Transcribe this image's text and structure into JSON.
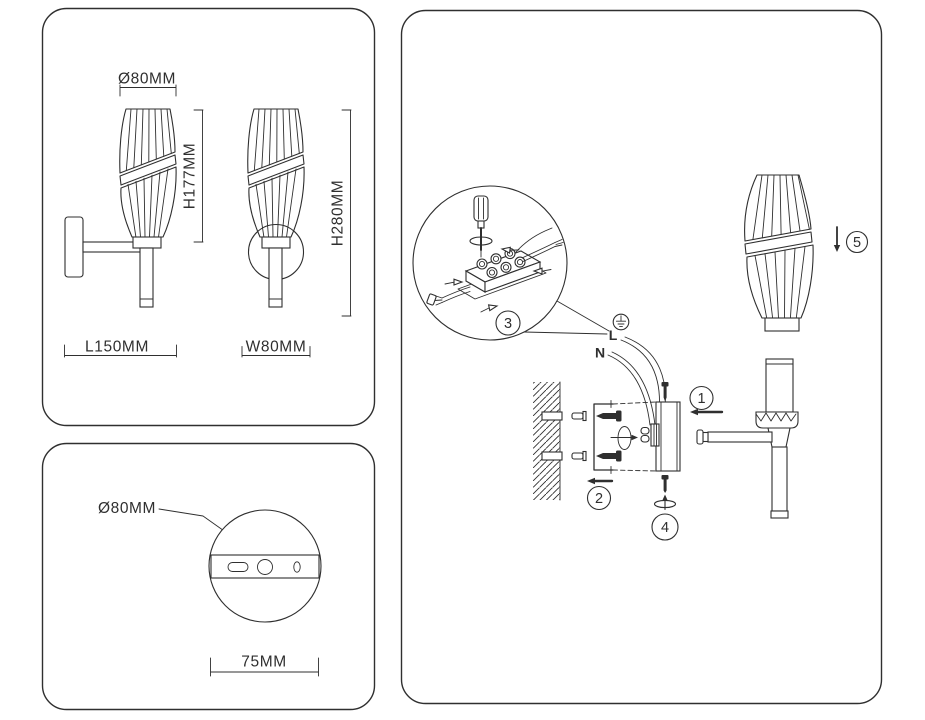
{
  "colors": {
    "ink": "#2f2f2f",
    "paper": "#ffffff"
  },
  "side_view_panel": {
    "shade_diameter": "Ø80MM",
    "shade_height": "H177MM",
    "total_height": "H280MM",
    "arm_length": "L150MM",
    "width": "W80MM"
  },
  "backplate_panel": {
    "plate_diameter": "Ø80MM",
    "hole_spacing": "75MM"
  },
  "install_panel": {
    "live_label": "L",
    "neutral_label": "N",
    "steps": [
      "1",
      "2",
      "3",
      "4",
      "5"
    ]
  }
}
